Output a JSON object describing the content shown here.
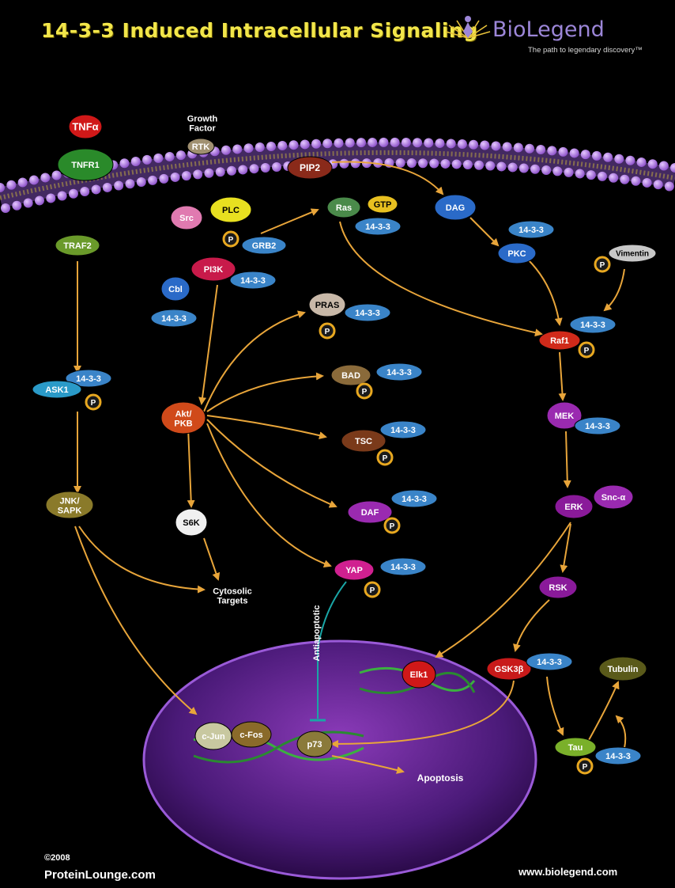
{
  "title": "14-3-3 Induced Intracellular Signaling",
  "brand": {
    "name": "BioLegend",
    "tagline": "The path to legendary discovery™"
  },
  "footer": {
    "year": "©2008",
    "site": "ProteinLounge.com",
    "url": "www.biolegend.com"
  },
  "colors": {
    "title": "#f2e64a",
    "arrow": "#e8a53a",
    "inhibit": "#1aa6a6",
    "membrane": "#b07be0",
    "nucleus": "#6a2a9a"
  },
  "nodes": {
    "tnf": "TNFα",
    "tnfr1": "TNFR1",
    "growth_factor": "Growth\nFactor",
    "rtk": "RTK",
    "pip2": "PIP2",
    "traf2": "TRAF2",
    "src": "Src",
    "plc": "PLC",
    "ras": "Ras",
    "gtp": "GTP",
    "dag": "DAG",
    "grb2": "GRB2",
    "pi3k": "PI3K",
    "cbl": "Cbl",
    "pkc": "PKC",
    "vimentin": "Vimentin",
    "pras": "PRAS",
    "raf1": "Raf1",
    "ask1": "ASK1",
    "bad": "BAD",
    "akt": "Akt/\nPKB",
    "mek": "MEK",
    "tsc": "TSC",
    "jnk": "JNK/\nSAPK",
    "daf": "DAF",
    "erk": "ERK",
    "snc": "Snc-α",
    "s6k": "S6K",
    "yap": "YAP",
    "rsk": "RSK",
    "cytosolic": "Cytosolic\nTargets",
    "antiapoptotic": "Antiapoptotic",
    "elk1": "Elk1",
    "gsk3b": "GSK3β",
    "tubulin": "Tubulin",
    "cjun": "c-Jun",
    "cfos": "c-Fos",
    "p73": "p73",
    "tau": "Tau",
    "apoptosis": "Apoptosis",
    "p": "P",
    "adaptor": "14-3-3"
  }
}
